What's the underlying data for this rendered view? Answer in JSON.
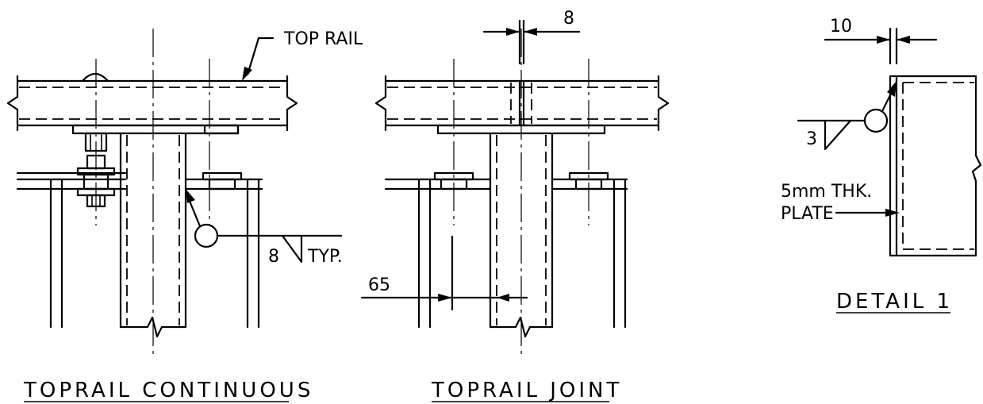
{
  "diagram": {
    "views": [
      {
        "title": "TOPRAIL CONTINUOUS",
        "callout": "TOP RAIL",
        "weld_size": "8",
        "weld_note": "TYP."
      },
      {
        "title": "TOPRAIL JOINT",
        "gap_dim": "8",
        "offset_dim": "65"
      },
      {
        "title": "DETAIL 1",
        "dim": "10",
        "weld_size": "3",
        "plate_note_line1": "5mm THK.",
        "plate_note_line2": "PLATE"
      }
    ]
  }
}
